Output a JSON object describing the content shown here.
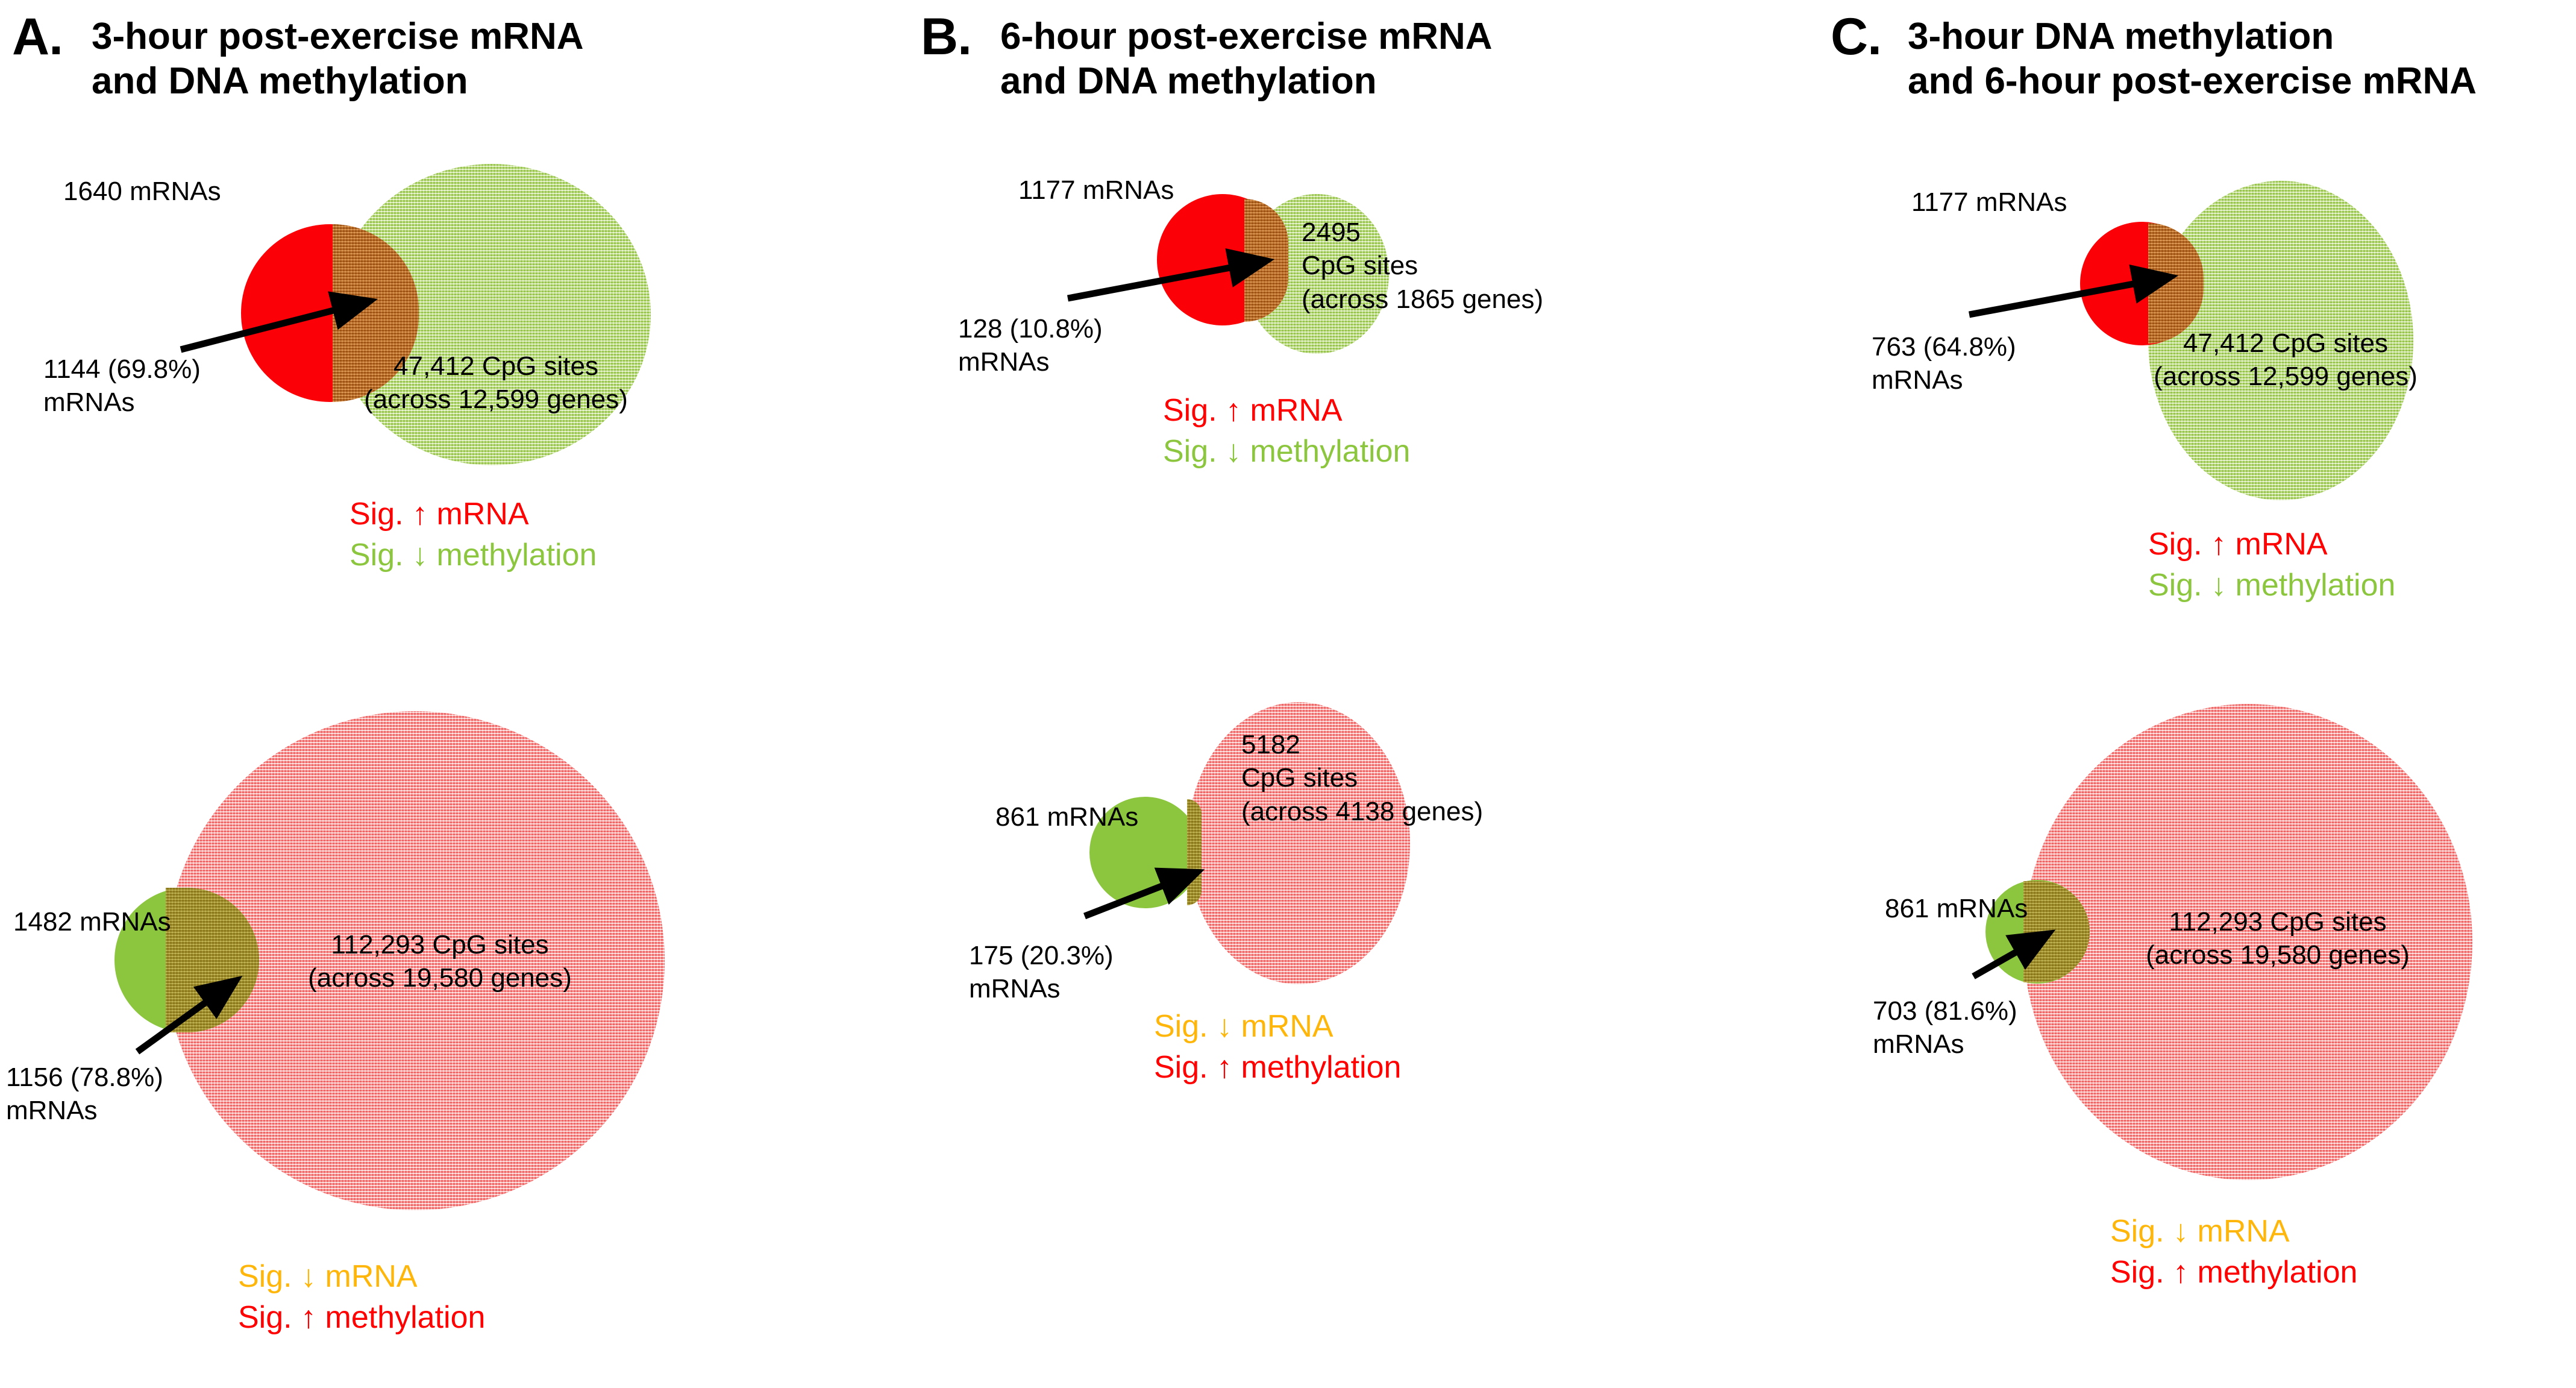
{
  "figure": {
    "type": "venn-diagram-figure",
    "description": "Six proportional Venn diagrams comparing significantly changed mRNAs with significantly changed DNA methylation CpG sites at 3-hour and 6-hour post-exercise timepoints."
  },
  "legend_colors": {
    "sig_up_mrna": "#ff0000",
    "sig_down_methylation": "#8cc63f",
    "sig_down_mrna": "#ffb60a",
    "sig_up_methylation": "#ff0000",
    "solid_red_circle": "#fb0007",
    "solid_green_circle": "#8cc63f",
    "textured_green_circle": "#b6d96d",
    "textured_pink_circle": "#f79a99"
  },
  "panels": [
    {
      "letter": "A.",
      "title": "3-hour post-exercise mRNA\nand DNA methylation",
      "diagrams": [
        {
          "id": "a-top",
          "mrna_total": "1640 mRNAs",
          "overlap": "1144 (69.8%)\nmRNAs",
          "methylation": "47,412 CpG sites\n(across 12,599 genes)",
          "legend_line1": "Sig. ↑ mRNA",
          "legend_line2": "Sig. ↓ methylation"
        },
        {
          "id": "a-bottom",
          "mrna_total": "1482 mRNAs",
          "overlap": "1156 (78.8%)\nmRNAs",
          "methylation": "112,293 CpG sites\n(across 19,580 genes)",
          "legend_line1": "Sig. ↓ mRNA",
          "legend_line2": "Sig. ↑ methylation"
        }
      ]
    },
    {
      "letter": "B.",
      "title": "6-hour post-exercise mRNA\nand DNA methylation",
      "diagrams": [
        {
          "id": "b-top",
          "mrna_total": "1177 mRNAs",
          "overlap": "128 (10.8%)\nmRNAs",
          "methylation": "2495\nCpG sites\n(across 1865 genes)",
          "legend_line1": "Sig. ↑ mRNA",
          "legend_line2": "Sig. ↓ methylation"
        },
        {
          "id": "b-bottom",
          "mrna_total": "861 mRNAs",
          "overlap": "175 (20.3%)\nmRNAs",
          "methylation": "5182\nCpG sites\n(across 4138 genes)",
          "legend_line1": "Sig. ↓ mRNA",
          "legend_line2": "Sig. ↑ methylation"
        }
      ]
    },
    {
      "letter": "C.",
      "title": "3-hour DNA methylation\nand 6-hour post-exercise mRNA",
      "diagrams": [
        {
          "id": "c-top",
          "mrna_total": "1177 mRNAs",
          "overlap": "763 (64.8%)\nmRNAs",
          "methylation": "47,412 CpG sites\n(across 12,599 genes)",
          "legend_line1": "Sig. ↑ mRNA",
          "legend_line2": "Sig. ↓ methylation"
        },
        {
          "id": "c-bottom",
          "mrna_total": "861 mRNAs",
          "overlap": "703 (81.6%)\nmRNAs",
          "methylation": "112,293 CpG sites\n(across 19,580 genes)",
          "legend_line1": "Sig. ↓ mRNA",
          "legend_line2": "Sig. ↑ methylation"
        }
      ]
    }
  ]
}
